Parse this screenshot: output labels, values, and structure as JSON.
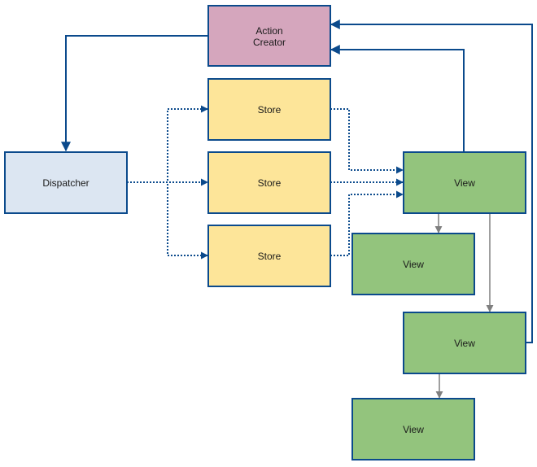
{
  "diagram": {
    "nodes": {
      "action_creator": {
        "line1": "Action",
        "line2": "Creator"
      },
      "dispatcher": {
        "label": "Dispatcher"
      },
      "store_1": {
        "label": "Store"
      },
      "store_2": {
        "label": "Store"
      },
      "store_3": {
        "label": "Store"
      },
      "view_main": {
        "label": "View"
      },
      "view_child_1": {
        "label": "View"
      },
      "view_child_2": {
        "label": "View"
      },
      "view_grandchild": {
        "label": "View"
      }
    },
    "colors": {
      "action_creator_fill": "#d5a6bd",
      "dispatcher_fill": "#dce6f2",
      "store_fill": "#fde599",
      "view_fill": "#93c47d",
      "box_border": "#0b4a8c",
      "flow_arrow": "#0b4a8c",
      "view_hierarchy_arrow": "#7f7f7f"
    }
  }
}
